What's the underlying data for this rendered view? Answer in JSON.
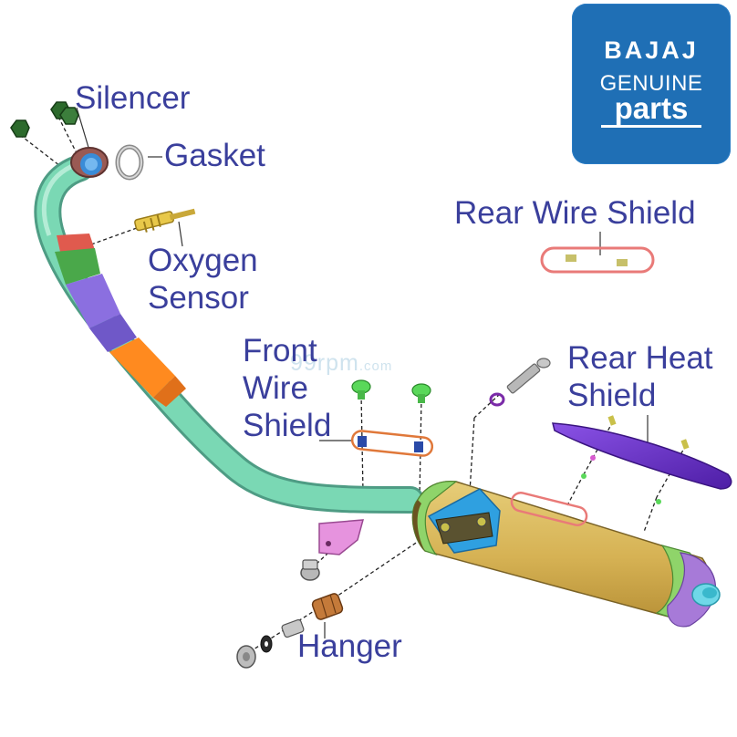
{
  "labels": {
    "silencer": "Silencer",
    "gasket": "Gasket",
    "oxygen_sensor_line1": "Oxygen",
    "oxygen_sensor_line2": "Sensor",
    "front_wire_shield_line1": "Front",
    "front_wire_shield_line2": "Wire",
    "front_wire_shield_line3": "Shield",
    "rear_wire_shield": "Rear Wire Shield",
    "rear_heat_shield_line1": "Rear Heat",
    "rear_heat_shield_line2": "Shield",
    "hanger": "Hanger"
  },
  "logo": {
    "line1": "BAJAJ",
    "line2": "GENUINE",
    "line3": "parts"
  },
  "watermark": {
    "main": "99rpm",
    "domain": ".com"
  },
  "colors": {
    "label_text": "#3a3f9c",
    "logo_bg": "#1f6fb5",
    "pipe": "#7ad8b4",
    "muffler_body": "#d8b85a",
    "muffler_band": "#8fd46a",
    "end_cap": "#a77ad8",
    "heat_shield": "#6a2fc8",
    "catalyst": "#ff8a1f",
    "sensor": "#e8c84a"
  }
}
